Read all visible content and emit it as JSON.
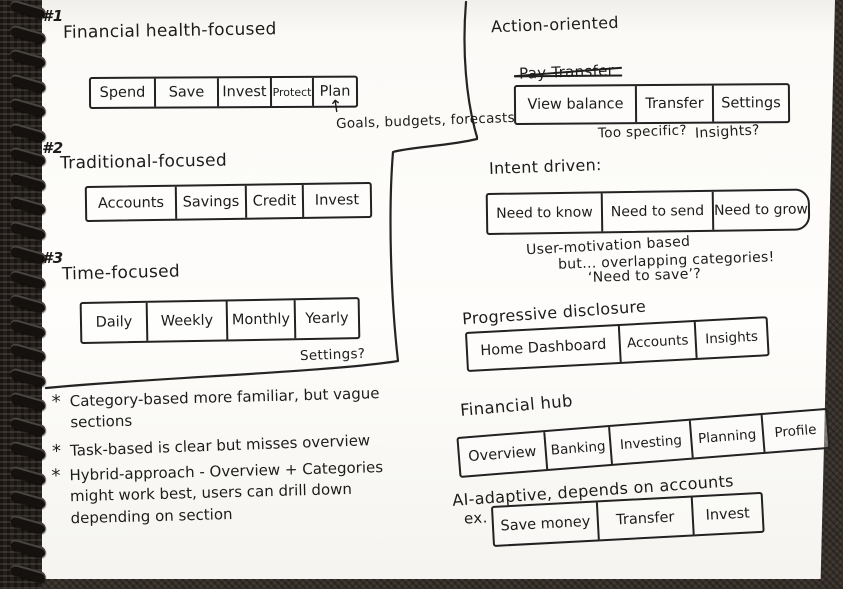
{
  "page": {
    "ink_color": "#1c1c1c",
    "paper_color": "#fbfaf7",
    "left_sections": [
      {
        "number": "#1",
        "title": "Financial health-focused",
        "tabs": [
          "Spend",
          "Save",
          "Invest",
          "Protect",
          "Plan"
        ],
        "annotation_arrow": "↑",
        "annotation": "Goals, budgets, forecasts"
      },
      {
        "number": "#2",
        "title": "Traditional-focused",
        "tabs": [
          "Accounts",
          "Savings",
          "Credit",
          "Invest"
        ]
      },
      {
        "number": "#3",
        "title": "Time-focused",
        "tabs": [
          "Daily",
          "Weekly",
          "Monthly",
          "Yearly"
        ],
        "annotation": "Settings?"
      }
    ],
    "notes": {
      "bullet": "*",
      "items": [
        "Category-based more familiar, but vague sections",
        "Task-based is clear but misses overview",
        "Hybrid-approach - Overview + Categories might work best, users can drill down depending on section"
      ]
    },
    "right_sections": {
      "action": {
        "title": "Action-oriented",
        "crossed_out": "Pay Transfer",
        "tabs": [
          "View balance",
          "Transfer",
          "Settings"
        ],
        "note1": "Too specific?",
        "note2": "Insights?"
      },
      "intent": {
        "title": "Intent driven:",
        "tabs": [
          "Need to know",
          "Need to send",
          "Need to grow"
        ],
        "note1": "User-motivation based",
        "note2": "but... overlapping categories!",
        "note3": "‘Need to save’?"
      },
      "progressive": {
        "title": "Progressive disclosure",
        "tabs": [
          "Home Dashboard",
          "Accounts",
          "Insights"
        ]
      },
      "hub": {
        "title": "Financial hub",
        "tabs": [
          "Overview",
          "Banking",
          "Investing",
          "Planning",
          "Profile"
        ]
      },
      "adaptive": {
        "title": "AI-adaptive, depends on accounts",
        "example_prefix": "ex.",
        "tabs": [
          "Save money",
          "Transfer",
          "Invest"
        ]
      }
    }
  }
}
